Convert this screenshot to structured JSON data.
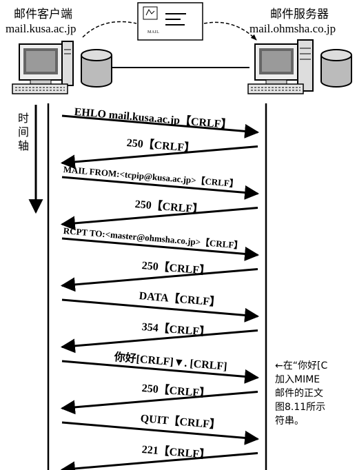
{
  "client": {
    "title": "邮件客户端",
    "host": "mail.kusa.ac.jp"
  },
  "server": {
    "title": "邮件服务器",
    "host": "mail.ohmsha.co.jp"
  },
  "envelope_text": "MAIL",
  "timeline_label": "时\n间\n轴",
  "messages": [
    {
      "id": "ehlo",
      "text": "EHLO mail.kusa.ac.jp【CRLF】",
      "direction": "to-server"
    },
    {
      "id": "r1",
      "text": "250【CRLF】",
      "direction": "to-client"
    },
    {
      "id": "mail",
      "text": "MAIL FROM:<tcpip@kusa.ac.jp>【CRLF】",
      "direction": "to-server"
    },
    {
      "id": "r2",
      "text": "250【CRLF】",
      "direction": "to-client"
    },
    {
      "id": "rcpt",
      "text": "RCPT TO:<master@ohmsha.co.jp>【CRLF】",
      "direction": "to-server"
    },
    {
      "id": "r3",
      "text": "250【CRLF】",
      "direction": "to-client"
    },
    {
      "id": "data",
      "text": "DATA【CRLF】",
      "direction": "to-server"
    },
    {
      "id": "r4",
      "text": "354【CRLF】",
      "direction": "to-client"
    },
    {
      "id": "body",
      "text": "你好[CRLF]▼. [CRLF]",
      "direction": "to-server"
    },
    {
      "id": "r5",
      "text": "250【CRLF】",
      "direction": "to-client"
    },
    {
      "id": "quit",
      "text": "QUIT【CRLF】",
      "direction": "to-server"
    },
    {
      "id": "r6",
      "text": "221【CRLF】",
      "direction": "to-client"
    }
  ],
  "annotation": "←在“你好[C\n加入MIME\n邮件的正文\n图8.11所示\n符串。"
}
